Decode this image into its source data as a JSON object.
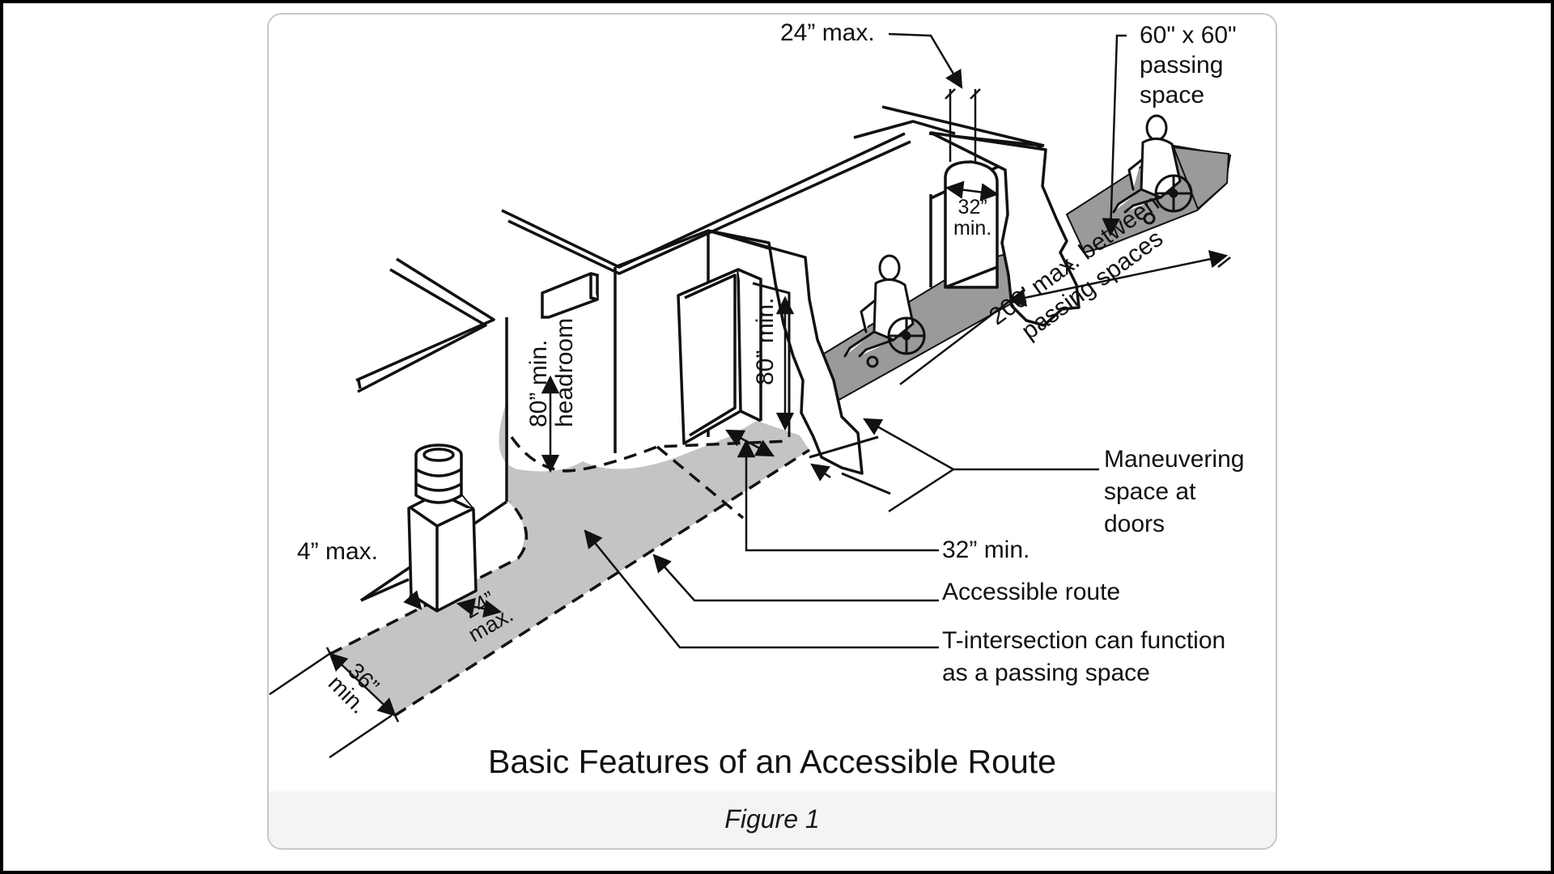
{
  "figure": {
    "title": "Basic Features of an Accessible Route",
    "caption": "Figure 1"
  },
  "callouts": {
    "door_projection": "24” max.",
    "passing_space": [
      "60\" x 60\"",
      "passing",
      "space"
    ],
    "passing_interval": [
      "200’ max. between",
      "passing spaces"
    ],
    "maneuvering": [
      "Maneuvering",
      "space at",
      "doors"
    ],
    "door_width": "32” min.",
    "accessible_route": "Accessible route",
    "t_intersection": [
      "T-intersection can function",
      "as a passing space"
    ],
    "protrusion": "4” max."
  },
  "dimensions": {
    "doorway_width": [
      "32”",
      "min."
    ],
    "door_height": "80” min.",
    "headroom": [
      "80” min.",
      "headroom"
    ],
    "route_width": [
      "36”",
      "min."
    ],
    "fountain_depth": [
      "24”",
      "max."
    ]
  },
  "colors": {
    "route_fill": "#c4c4c4",
    "corridor_fill": "#9a9a9a",
    "ink": "#111111"
  }
}
